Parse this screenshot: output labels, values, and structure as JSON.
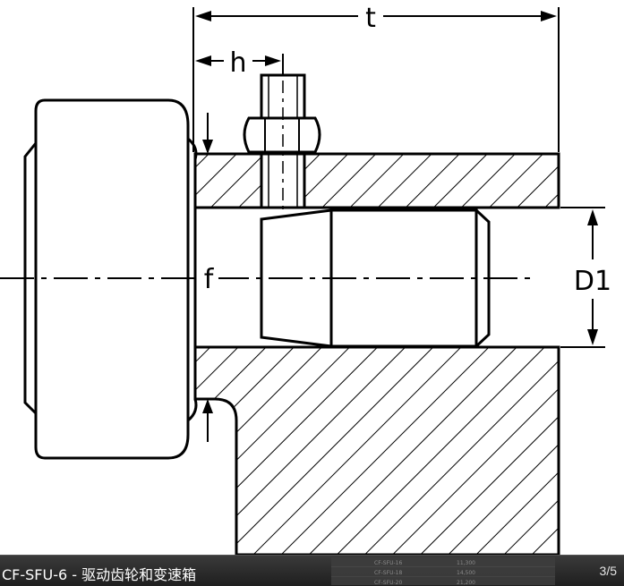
{
  "drawing": {
    "labels": {
      "t": "t",
      "h": "h",
      "f": "f",
      "d1": "D1"
    }
  },
  "caption": {
    "title": "CF-SFU-6 - 驱动齿轮和变速箱",
    "counter": "3/5"
  },
  "thumbnail_rows": [
    {
      "model": "CF-SFU-16",
      "value": "11,300"
    },
    {
      "model": "CF-SFU-18",
      "value": "14,500"
    },
    {
      "model": "CF-SFU-20",
      "value": "21,200"
    }
  ],
  "colors": {
    "caption_bg": "#2a2a2a",
    "drawing_bg": "#ffffff",
    "ink": "#000000"
  }
}
